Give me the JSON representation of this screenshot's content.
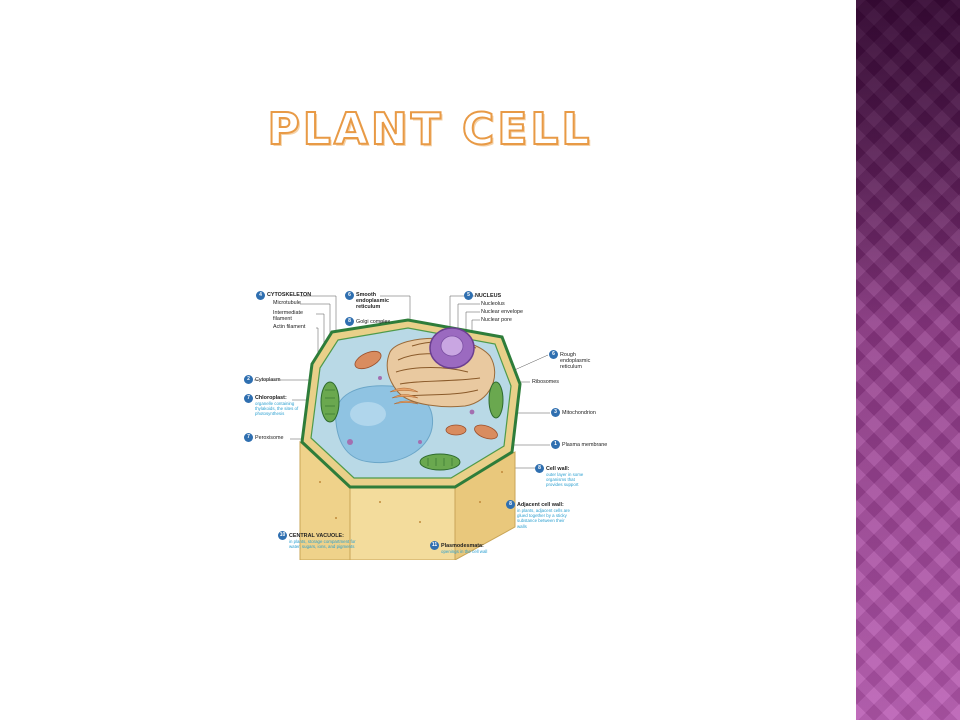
{
  "slide": {
    "title": "PLANT CELL",
    "colors": {
      "side_band": "#8e3786",
      "title_outline": "#e89a46"
    }
  },
  "diagram": {
    "labels": {
      "cytoskeleton": {
        "num": "4",
        "text": "CYTOSKELETON"
      },
      "microtubule": "Microtubule",
      "intermediate_filament": "Intermediate filament",
      "actin_filament": "Actin filament",
      "smooth_er": {
        "num": "6",
        "text": "Smooth endoplasmic reticulum"
      },
      "golgi": {
        "num": "8",
        "text": "Golgi complex"
      },
      "nucleus": {
        "num": "5",
        "text": "NUCLEUS"
      },
      "nucleolus": "Nucleolus",
      "nuclear_envelope": "Nuclear envelope",
      "nuclear_pore": "Nuclear pore",
      "rough_er": {
        "num": "6",
        "text": "Rough endoplasmic reticulum"
      },
      "ribosomes": "Ribosomes",
      "cytoplasm": {
        "num": "2",
        "text": "Cytoplasm"
      },
      "chloroplast": {
        "num": "7",
        "text": "Chloroplast:",
        "desc": "organelle containing thylakoids, the sites of photosynthesis"
      },
      "mitochondrion": {
        "num": "3",
        "text": "Mitochondrion"
      },
      "peroxisome": {
        "num": "7",
        "text": "Peroxisome"
      },
      "plasma_membrane": {
        "num": "1",
        "text": "Plasma membrane"
      },
      "cell_wall": {
        "num": "8",
        "text": "Cell wall:",
        "desc": "outer layer in some organisms that provides support"
      },
      "adjacent_cell_wall": {
        "num": "8",
        "text": "Adjacent cell wall:",
        "desc": "in plants, adjacent cells are glued together by a sticky substance between their walls"
      },
      "central_vacuole": {
        "num": "10",
        "text": "CENTRAL VACUOLE:",
        "desc": "in plants, storage compartment for water, sugars, ions, and pigments"
      },
      "plasmodesmata": {
        "num": "11",
        "text": "Plasmodesmata:",
        "desc": "openings in the cell wall"
      }
    }
  }
}
